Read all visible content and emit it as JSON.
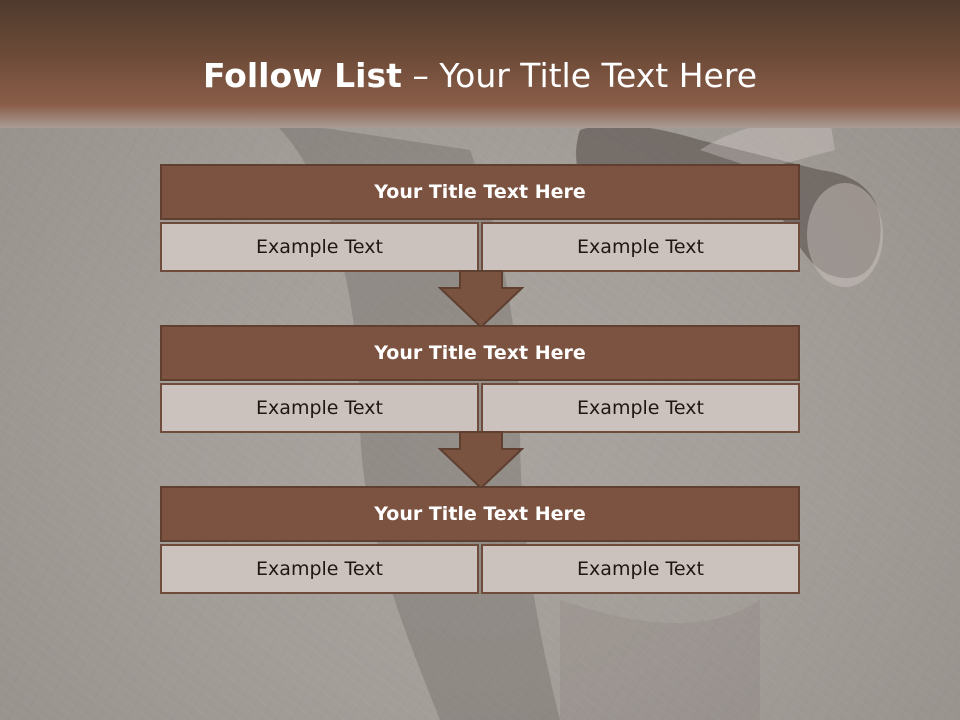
{
  "slide": {
    "title_bold": "Follow List",
    "title_dash": " – ",
    "title_rest": "Your Title Text Here"
  },
  "blocks": [
    {
      "title": "Your Title Text Here",
      "left": "Example Text",
      "right": "Example Text"
    },
    {
      "title": "Your Title Text Here",
      "left": "Example Text",
      "right": "Example Text"
    },
    {
      "title": "Your Title Text Here",
      "left": "Example Text",
      "right": "Example Text"
    }
  ],
  "colors": {
    "header_brown": "#7b5340",
    "cell_fill": "#cbc1bd",
    "arrow_brown": "#7a5240"
  },
  "icons": {
    "arrow": "down-arrow-icon"
  }
}
